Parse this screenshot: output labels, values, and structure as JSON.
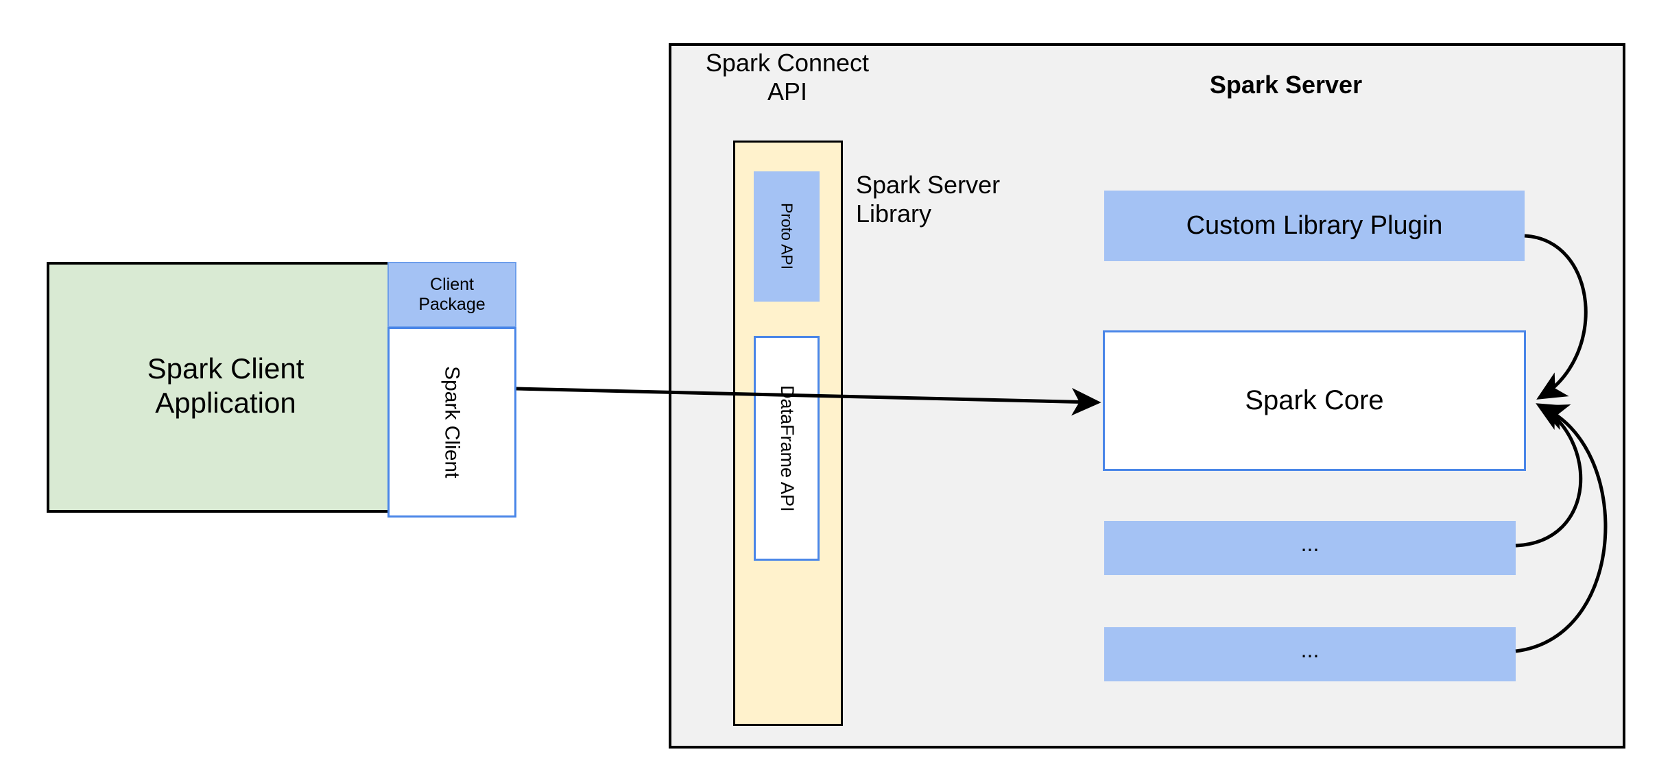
{
  "diagram": {
    "title": "Spark Connect architecture",
    "colors": {
      "client_app_fill": "#D9EAD3",
      "blue_fill": "#A4C2F4",
      "blue_border": "#4A86E8",
      "yellow_fill": "#FFF2CC",
      "panel_fill": "#F1F1F1",
      "panel_border": "#000000",
      "white_fill": "#FFFFFF",
      "arrow_stroke": "#000000"
    }
  },
  "client": {
    "application_label": "Spark Client\nApplication",
    "application_line1": "Spark Client",
    "application_line2": "Application",
    "package_label": "Client\nPackage",
    "package_line1": "Client",
    "package_line2": "Package",
    "spark_client_label": "Spark Client"
  },
  "server_panel": {
    "connect_api_label": "Spark Connect\nAPI",
    "connect_api_line1": "Spark Connect",
    "connect_api_line2": "API",
    "title": "Spark Server",
    "server_library_label": "Spark Server\nLibrary",
    "server_library_line1": "Spark Server",
    "server_library_line2": "Library"
  },
  "connect_column": {
    "proto_api_label": "Proto API",
    "dataframe_api_label": "DataFrame API"
  },
  "server_stack": [
    {
      "label": "Custom Library Plugin",
      "name": "custom-library-plugin"
    },
    {
      "label": "Spark Core",
      "name": "spark-core"
    },
    {
      "label": "...",
      "name": "ellipsis-one"
    },
    {
      "label": "...",
      "name": "ellipsis-two"
    }
  ],
  "stack": {
    "custom_plugin_label": "Custom Library Plugin",
    "spark_core_label": "Spark Core",
    "dots_one_label": "...",
    "dots_two_label": "..."
  },
  "arrows": {
    "client_to_core": "Spark Client to Spark Core",
    "plugin_to_core": "Custom Library Plugin to Spark Core",
    "dots_one_to_core": "... to Spark Core",
    "dots_two_to_core": "... to Spark Core"
  }
}
